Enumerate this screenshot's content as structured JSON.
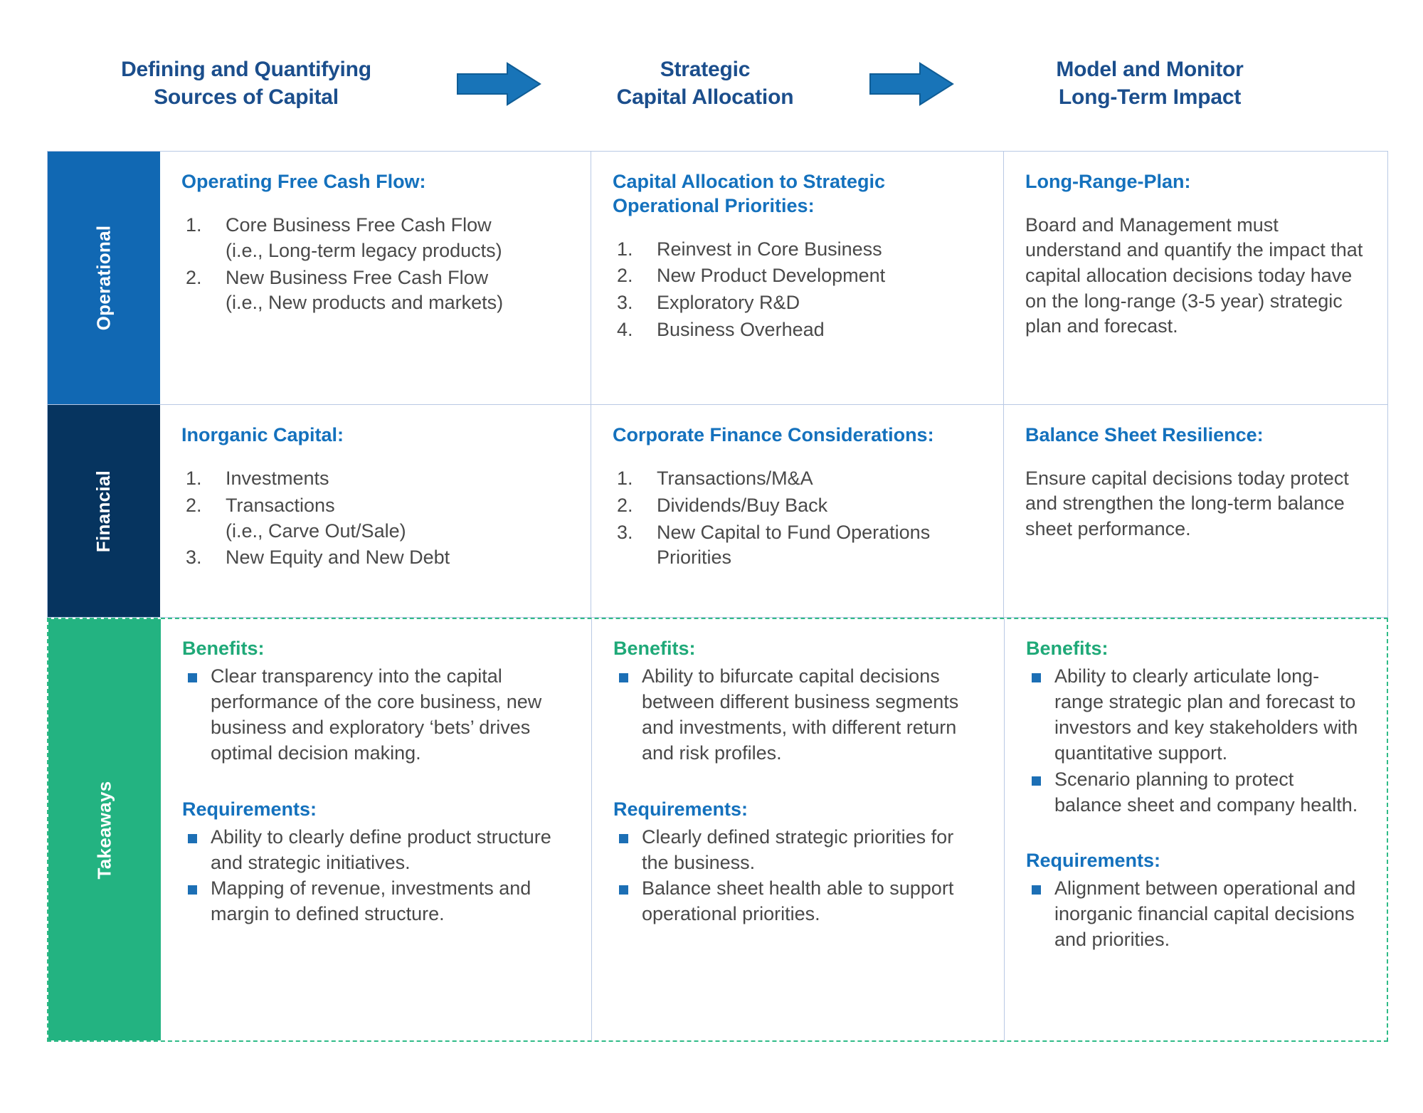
{
  "header": {
    "steps": [
      {
        "line1": "Defining and Quantifying",
        "line2": "Sources of Capital"
      },
      {
        "line1": "Strategic",
        "line2": "Capital Allocation"
      },
      {
        "line1": "Model and Monitor",
        "line2": "Long-Term Impact"
      }
    ],
    "arrow_icon": "arrow-right-icon"
  },
  "colors": {
    "operational_rail": "#1168b3",
    "financial_rail": "#06345f",
    "takeaways_rail": "#23b381",
    "heading_blue": "#1471bd",
    "heading_green": "#1fa978",
    "bullet_blue": "#1c6fb5",
    "title_navy": "#1b4e8c",
    "grid_border": "#b9c9e4",
    "takeaways_dashed_border": "#2fbb87"
  },
  "rows": {
    "operational": {
      "rail_label": "Operational",
      "cells": [
        {
          "heading": "Operating Free Cash Flow:",
          "items": [
            {
              "n": "1.",
              "text": "Core Business Free Cash Flow",
              "sub": "(i.e., Long-term legacy products)"
            },
            {
              "n": "2.",
              "text": "New Business Free Cash Flow",
              "sub": "(i.e., New products and markets)"
            }
          ]
        },
        {
          "heading": "Capital Allocation to Strategic Operational Priorities:",
          "items": [
            {
              "n": "1.",
              "text": "Reinvest in Core Business",
              "sub": ""
            },
            {
              "n": "2.",
              "text": "New Product Development",
              "sub": ""
            },
            {
              "n": "3.",
              "text": "Exploratory R&D",
              "sub": ""
            },
            {
              "n": "4.",
              "text": "Business Overhead",
              "sub": ""
            }
          ]
        },
        {
          "heading": "Long-Range-Plan:",
          "paragraph": "Board and Management must understand and quantify the impact that capital allocation decisions today have on the long-range (3-5 year) strategic plan and forecast."
        }
      ]
    },
    "financial": {
      "rail_label": "Financial",
      "cells": [
        {
          "heading": "Inorganic Capital:",
          "items": [
            {
              "n": "1.",
              "text": "Investments",
              "sub": ""
            },
            {
              "n": "2.",
              "text": "Transactions",
              "sub": "(i.e., Carve Out/Sale)"
            },
            {
              "n": "3.",
              "text": "New Equity and New Debt",
              "sub": ""
            }
          ]
        },
        {
          "heading": "Corporate Finance Considerations:",
          "items": [
            {
              "n": "1.",
              "text": "Transactions/M&A",
              "sub": ""
            },
            {
              "n": "2.",
              "text": "Dividends/Buy Back",
              "sub": ""
            },
            {
              "n": "3.",
              "text": "New Capital to Fund Operations Priorities",
              "sub": ""
            }
          ]
        },
        {
          "heading": "Balance Sheet Resilience:",
          "paragraph": "Ensure capital decisions today protect and strengthen the long-term balance sheet performance."
        }
      ]
    },
    "takeaways": {
      "rail_label": "Takeaways",
      "benefits_label": "Benefits:",
      "requirements_label": "Requirements:",
      "cells": [
        {
          "benefits": [
            "Clear transparency into the capital performance of the core business, new business and exploratory ‘bets’ drives  optimal decision making."
          ],
          "requirements": [
            "Ability to clearly define product structure and strategic initiatives.",
            "Mapping of revenue, investments and margin to defined structure."
          ]
        },
        {
          "benefits": [
            "Ability to bifurcate capital decisions between different business segments and investments, with different return and risk profiles."
          ],
          "requirements": [
            "Clearly defined strategic priorities for the business.",
            "Balance sheet health able to support operational priorities."
          ]
        },
        {
          "benefits": [
            "Ability to clearly articulate long-range strategic plan and forecast to investors and key stakeholders with quantitative support.",
            "Scenario planning to protect balance sheet and company health."
          ],
          "requirements": [
            "Alignment between operational and inorganic financial capital decisions and priorities."
          ]
        }
      ]
    }
  }
}
